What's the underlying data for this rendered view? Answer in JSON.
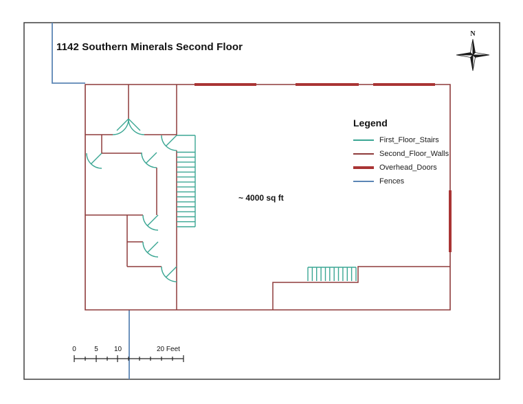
{
  "page": {
    "title": "1142 Southern Minerals Second Floor",
    "area_label": "~ 4000 sq ft",
    "north_label": "N"
  },
  "legend": {
    "title": "Legend",
    "items": [
      {
        "label": "First_Floor_Stairs",
        "color": "#3aa693",
        "line_weight": "thin"
      },
      {
        "label": "Second_Floor_Walls",
        "color": "#8e3a3a",
        "line_weight": "thin"
      },
      {
        "label": "Overhead_Doors",
        "color": "#a93434",
        "line_weight": "thick"
      },
      {
        "label": "Fences",
        "color": "#5b85b5",
        "line_weight": "thin"
      }
    ]
  },
  "scale_bar": {
    "tick_labels": [
      "0",
      "5",
      "10"
    ],
    "end_label": "20 Feet",
    "units": "Feet"
  },
  "colors": {
    "first_floor_stairs": "#3aa693",
    "second_floor_walls": "#8e3a3a",
    "overhead_doors": "#a93434",
    "fences": "#5b85b5",
    "map_frame": "#3f3f3f"
  }
}
